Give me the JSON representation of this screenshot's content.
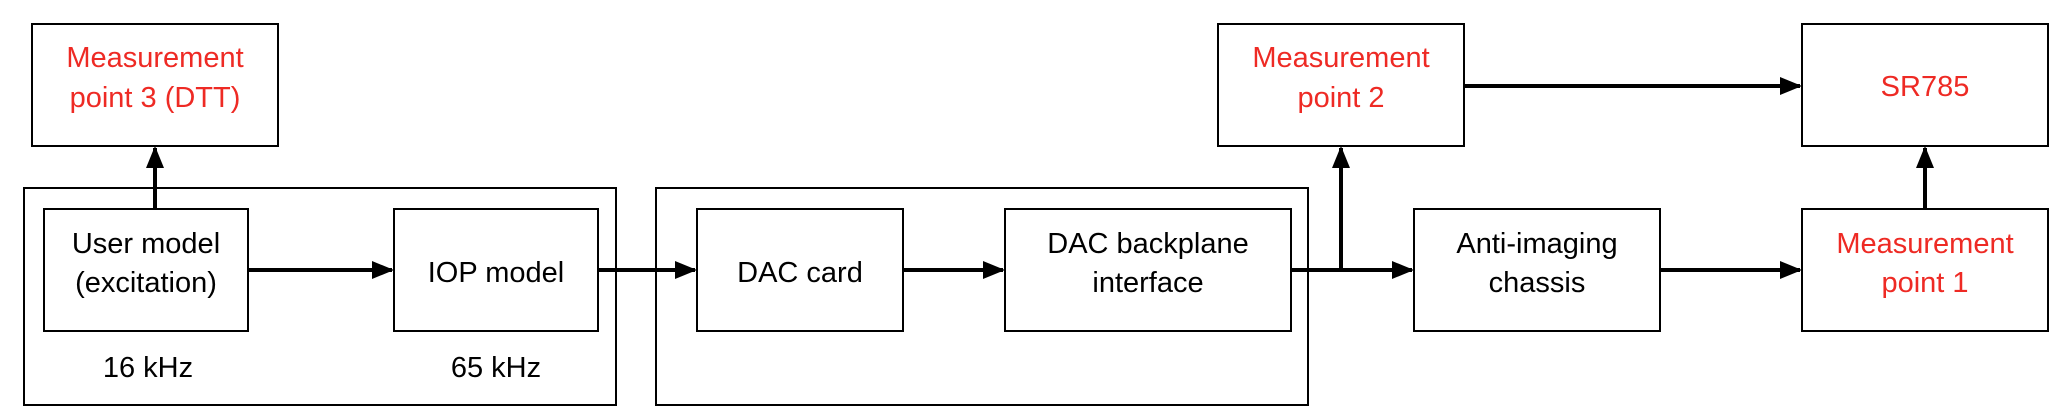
{
  "colors": {
    "block_text": "#000000",
    "measurement_text": "#ee2a24",
    "line": "#000000"
  },
  "blocks": {
    "user_model": {
      "line1": "User model",
      "line2": "(excitation)"
    },
    "iop_model": {
      "line1": "IOP model"
    },
    "dac_card": {
      "line1": "DAC card"
    },
    "dac_backplane": {
      "line1": "DAC backplane",
      "line2": "interface"
    },
    "anti_imaging": {
      "line1": "Anti-imaging",
      "line2": "chassis"
    },
    "measurement_point_1": {
      "line1": "Measurement",
      "line2": "point 1"
    },
    "measurement_point_2": {
      "line1": "Measurement",
      "line2": "point 2"
    },
    "measurement_point_3": {
      "line1": "Measurement",
      "line2": "point 3 (DTT)"
    },
    "sr785": {
      "line1": "SR785"
    }
  },
  "rates": {
    "user_model": "16 kHz",
    "iop_model": "65 kHz"
  }
}
